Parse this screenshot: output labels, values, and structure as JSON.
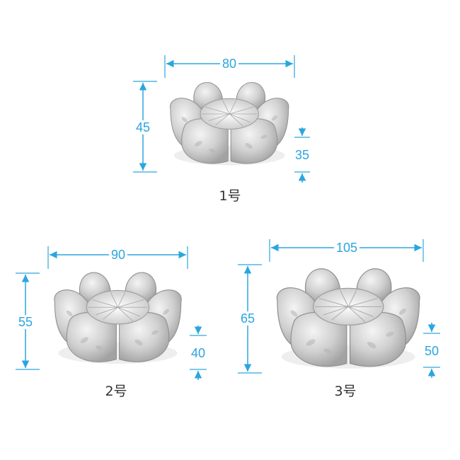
{
  "colors": {
    "dimension_line": "#2aa6df",
    "product_light": "#eeeeee",
    "product_mid": "#c7c7c7",
    "product_dark": "#9a9a9a"
  },
  "products": [
    {
      "label": "1号",
      "width": "80",
      "height": "45",
      "inner_height": "35"
    },
    {
      "label": "2号",
      "width": "90",
      "height": "55",
      "inner_height": "40"
    },
    {
      "label": "3号",
      "width": "105",
      "height": "65",
      "inner_height": "50"
    }
  ]
}
